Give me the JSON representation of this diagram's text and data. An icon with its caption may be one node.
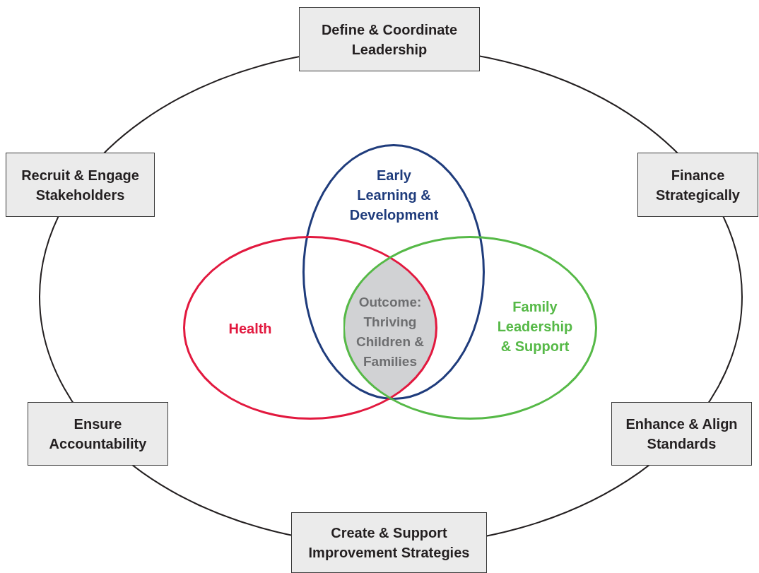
{
  "diagram": {
    "nodes": [
      {
        "text": [
          "Define & Coordinate Leadership"
        ]
      },
      {
        "text": [
          "Recruit & Engage Stakeholders"
        ]
      },
      {
        "text": [
          "Finance Strategically"
        ]
      },
      {
        "text": [
          "Early Learning & Development"
        ]
      },
      {
        "text": [
          "Health"
        ]
      },
      {
        "text": [
          "Outcome: Thriving Children & Families"
        ]
      },
      {
        "text": [
          "Family Leadership & Support"
        ]
      },
      {
        "text": [
          "Ensure Accountability"
        ]
      },
      {
        "text": [
          "Enhance & Align Standards"
        ]
      },
      {
        "text": [
          "Create & Support Improvement Strategies"
        ]
      }
    ]
  }
}
